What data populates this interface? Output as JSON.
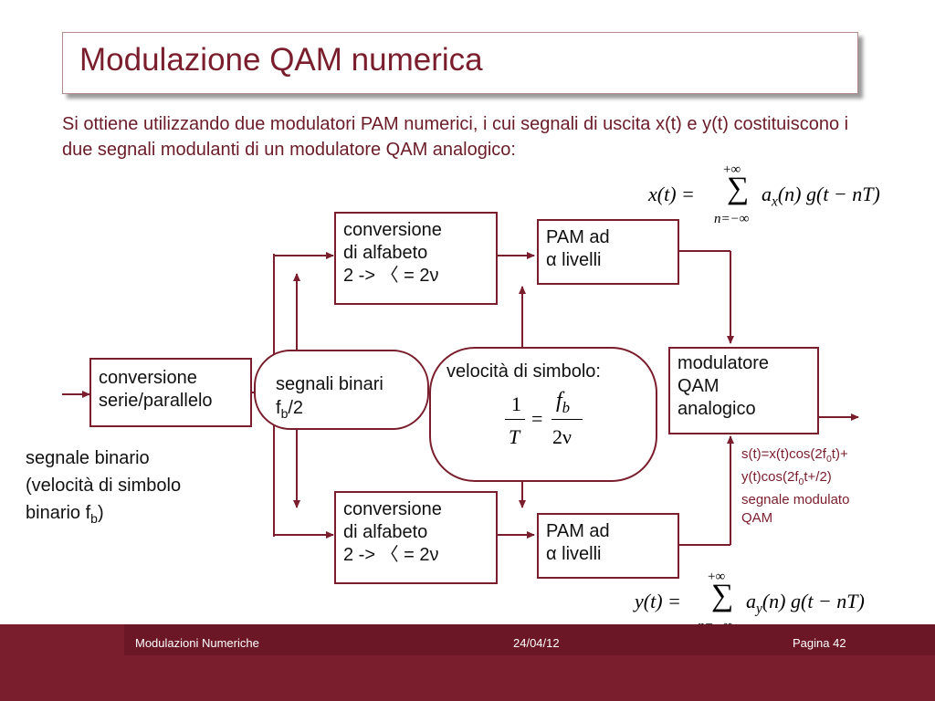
{
  "title": "Modulazione QAM numerica",
  "intro": "Si ottiene utilizzando due modulatori PAM numerici, i cui segnali di uscita x(t) e y(t) costituiscono i due segnali modulanti di un modulatore QAM analogico:",
  "boxes": {
    "serial_parallel": [
      "conversione",
      "serie/parallelo"
    ],
    "alphabet_top": [
      "conversione",
      "di alfabeto",
      "2  -> 〈  = 2ν"
    ],
    "alphabet_bottom": [
      "conversione",
      "di alfabeto",
      "2  -> 〈  = 2ν"
    ],
    "pam_top": [
      "PAM ad",
      "α livelli"
    ],
    "pam_bottom": [
      "PAM ad",
      "α livelli"
    ],
    "qam_modulator": [
      "modulatore",
      "QAM",
      "analogico"
    ]
  },
  "labels": {
    "binary_signals": "segnali binari",
    "binary_rate_f": "f",
    "binary_rate_sub": "b",
    "binary_rate_tail": "/2",
    "symbol_rate": "velocità di simbolo:",
    "input_line1": "segnale binario",
    "input_line2": "(velocità di simbolo",
    "input_line3": "binario f",
    "input_line3_sub": "b",
    "input_line3_tail": ")",
    "output_line1": "s(t)=x(t)cos(2f",
    "output_line1_sub": "0",
    "output_line1_tail": "t)+",
    "output_line2": "y(t)cos(2f",
    "output_line2_sub": "0",
    "output_line2_tail": "t+/2)",
    "output_line3": "segnale modulato",
    "output_line4": "QAM"
  },
  "formulas": {
    "x_left": "x(t) =",
    "x_right": "a",
    "x_sub": "x",
    "x_tail": "(n) g(t − nT)",
    "y_left": "y(t) =",
    "y_right": "a",
    "y_sub": "y",
    "y_tail": "(n) g(t − nT)",
    "sum_top": "+∞",
    "sum_bottom": "n=−∞",
    "sigma": "∑",
    "frac_num_left": "1",
    "frac_den_left": "T",
    "equals": "=",
    "frac_num_right": "f",
    "frac_num_right_sub": "b",
    "frac_den_right": "2ν"
  },
  "footer": {
    "course": "Modulazioni Numeriche",
    "date": "24/04/12",
    "page": "Pagina 42"
  }
}
